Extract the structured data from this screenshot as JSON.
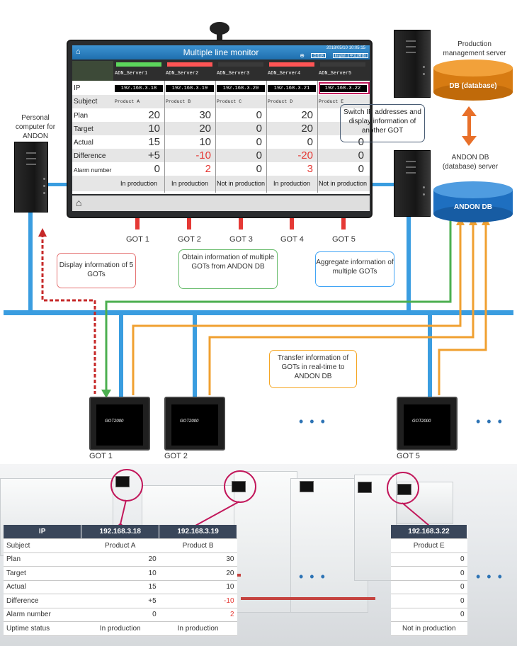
{
  "monitor": {
    "title": "Multiple line monitor",
    "datetime": "2018/05/10 10:05:15",
    "lang_buttons": [
      "日本語",
      "English",
      "中文(简体)"
    ],
    "home_icon": "home-icon",
    "row_labels": [
      "IP",
      "Subject",
      "Plan",
      "Target",
      "Actual",
      "Difference",
      "Alarm number"
    ],
    "columns": [
      {
        "server": "ADN_Server1",
        "bar": "#5cd65c",
        "ip": "192.168.3.18",
        "subject": "Product A",
        "plan": "20",
        "target": "10",
        "actual": "15",
        "difference": "+5",
        "diff_red": false,
        "alarm": "0",
        "alarm_red": false,
        "status": "In production"
      },
      {
        "server": "ADN_Server2",
        "bar": "#ff5555",
        "ip": "192.168.3.19",
        "subject": "Product B",
        "plan": "30",
        "target": "20",
        "actual": "10",
        "difference": "-10",
        "diff_red": true,
        "alarm": "2",
        "alarm_red": true,
        "status": "In production"
      },
      {
        "server": "ADN_Server3",
        "bar": "#3a3a3a",
        "ip": "192.168.3.20",
        "subject": "Product C",
        "plan": "0",
        "target": "0",
        "actual": "0",
        "difference": "0",
        "diff_red": false,
        "alarm": "0",
        "alarm_red": false,
        "status": "Not in production"
      },
      {
        "server": "ADN_Server4",
        "bar": "#ff5555",
        "ip": "192.168.3.21",
        "subject": "Product D",
        "plan": "20",
        "target": "20",
        "actual": "0",
        "difference": "-20",
        "diff_red": true,
        "alarm": "3",
        "alarm_red": true,
        "status": "In production"
      },
      {
        "server": "ADN_Server5",
        "bar": "#3a3a3a",
        "ip": "192.168.3.22",
        "subject": "Product E",
        "plan": "",
        "target": "",
        "actual": "0",
        "difference": "0",
        "diff_red": false,
        "alarm": "0",
        "alarm_red": false,
        "status": "Not in production"
      }
    ]
  },
  "got_arrow_labels": [
    "GOT 1",
    "GOT 2",
    "GOT 3",
    "GOT 4",
    "GOT 5"
  ],
  "production_server": "Production management server",
  "db_database": "DB (database)",
  "andon_server": "ANDON DB (database) server",
  "andon_db": "ANDON DB",
  "personal_computer": "Personal computer for ANDON",
  "callouts": {
    "switch_ip": "Switch IP addresses and display information of another GOT",
    "display_info": "Display information of 5 GOTs",
    "obtain_info": "Obtain information of multiple GOTs from ANDON DB",
    "aggregate": "Aggregate information of multiple GOTs",
    "transfer": "Transfer information of GOTs in real-time to ANDON DB"
  },
  "got_devices": {
    "labels": [
      "GOT 1",
      "GOT 2",
      "GOT 5"
    ],
    "screen_logo": "GOT2000"
  },
  "colors": {
    "network": "#3a9de0",
    "obtain_line": "#4caf50",
    "transfer_line": "#f0a030",
    "display_line": "#c62828",
    "arrow": "#e53935",
    "callout_red": "#e57373",
    "callout_green": "#66bb6a",
    "callout_blue": "#42a5f5",
    "callout_orange": "#f5a623"
  },
  "table": {
    "row_labels": [
      "IP",
      "Subject",
      "Plan",
      "Target",
      "Actual",
      "Difference",
      "Alarm number",
      "Uptime status"
    ],
    "col1": {
      "ip": "192.168.3.18",
      "subject": "Product A",
      "plan": "20",
      "target": "10",
      "actual": "15",
      "difference": "+5",
      "alarm": "0",
      "status": "In production"
    },
    "col2": {
      "ip": "192.168.3.19",
      "subject": "Product B",
      "plan": "30",
      "target": "20",
      "actual": "10",
      "difference": "-10",
      "alarm": "2",
      "status": "In production"
    },
    "col5": {
      "ip": "192.168.3.22",
      "subject": "Product E",
      "plan": "0",
      "target": "0",
      "actual": "0",
      "difference": "0",
      "alarm": "0",
      "status": "Not in production"
    }
  },
  "ellipsis": "• • •"
}
